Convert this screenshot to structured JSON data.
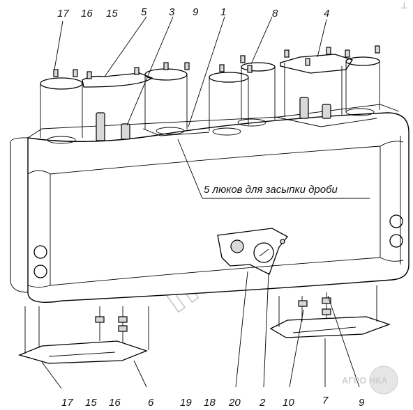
{
  "top_callouts": [
    "17",
    "16",
    "15",
    "5",
    "3",
    "9",
    "1",
    "8",
    "4"
  ],
  "bottom_callouts": [
    "17",
    "15",
    "16",
    "6",
    "19",
    "18",
    "20",
    "2",
    "10",
    "7",
    "9"
  ],
  "annotation": "5 люков для засыпки дроби",
  "watermark": "nka.by",
  "logo": "АГРО НКА",
  "corner_mark": "⊥"
}
